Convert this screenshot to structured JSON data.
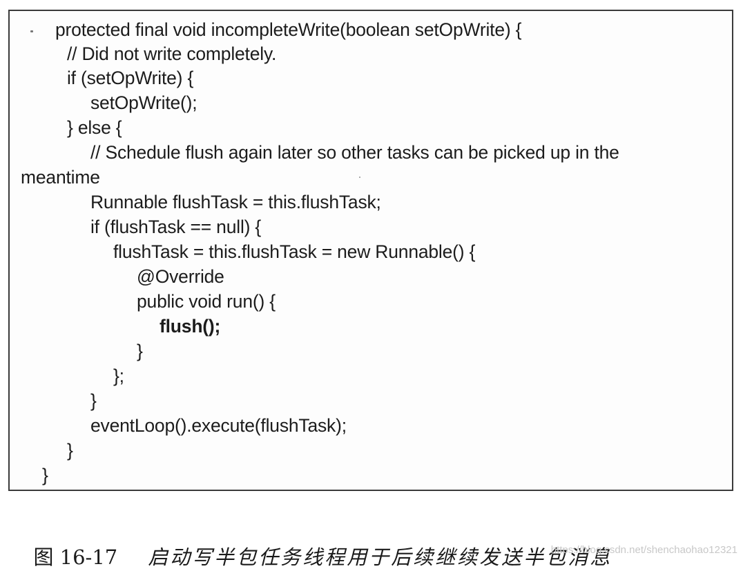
{
  "code_lines": [
    "protected final void incompleteWrite(boolean setOpWrite) {",
    "// Did not write completely.",
    "if (setOpWrite) {",
    "setOpWrite();",
    "} else {",
    "// Schedule flush again later so other tasks can be picked up in the",
    "meantime",
    "Runnable flushTask = this.flushTask;",
    "if (flushTask == null) {",
    "flushTask = this.flushTask = new Runnable() {",
    "@Override",
    "public void run() {",
    "flush();",
    "}",
    "};",
    "}",
    "eventLoop().execute(flushTask);",
    "}",
    "}"
  ],
  "caption": {
    "label": "图 16-17",
    "text": "启动写半包任务线程用于后续继续发送半包消息"
  },
  "watermark": "https://blog.csdn.net/shenchaohao12321"
}
